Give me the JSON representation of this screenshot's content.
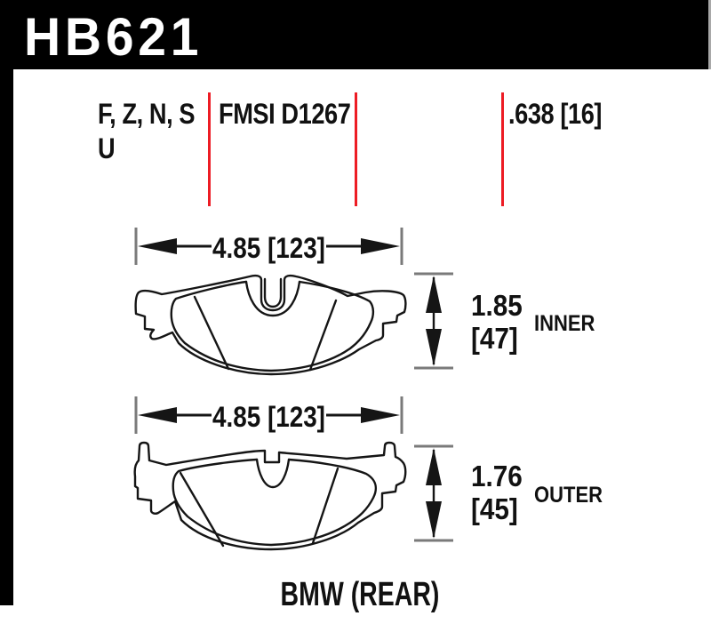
{
  "header": {
    "part_number": "HB621"
  },
  "spec_row": {
    "compounds_line1": "F, Z, N, S",
    "compounds_line2": "U",
    "fmsi": "FMSI D1267",
    "pad_thickness": ".638 [16]"
  },
  "inner_pad": {
    "width_label": "4.85 [123]",
    "height_inches": "1.85",
    "height_mm": "[47]",
    "position_label": "INNER"
  },
  "outer_pad": {
    "width_label": "4.85 [123]",
    "height_inches": "1.76",
    "height_mm": "[45]",
    "position_label": "OUTER"
  },
  "footer": {
    "application": "BMW (REAR)"
  },
  "colors": {
    "divider_red": "#ed1c24",
    "line_black": "#151515",
    "tick_gray": "#7a7a7a",
    "header_bg": "#000000",
    "header_fg": "#ffffff"
  }
}
